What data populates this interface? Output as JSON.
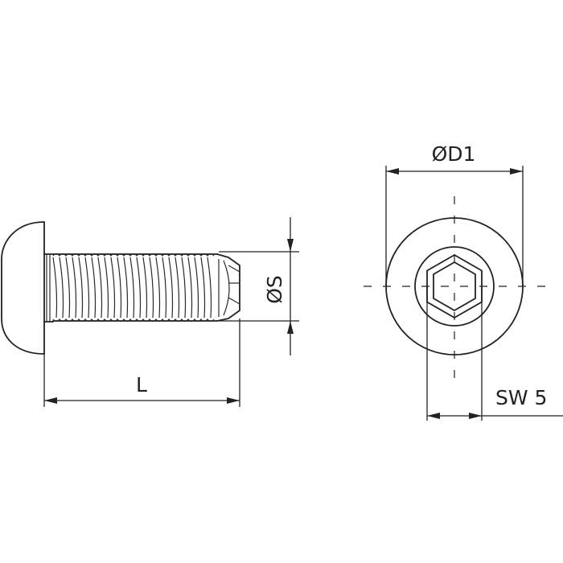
{
  "drawing": {
    "side_view": {
      "length_label": "L",
      "diameter_label": "ØS"
    },
    "end_view": {
      "head_diameter_label": "ØD1",
      "drive_size_label": "SW 5"
    }
  }
}
